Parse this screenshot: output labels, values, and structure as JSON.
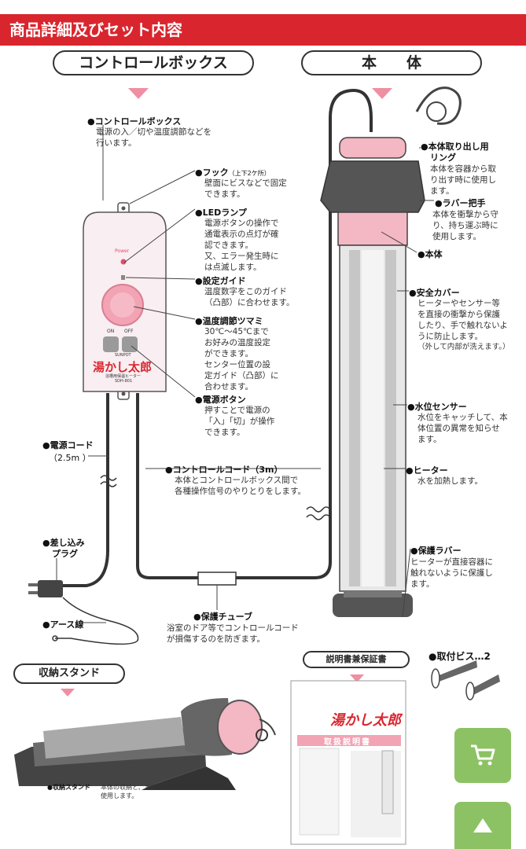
{
  "header": {
    "title": "商品詳細及びセット内容"
  },
  "sections": {
    "control_box": "コントロールボックス",
    "main_body": "本　　体",
    "storage_stand": "収納スタンド",
    "manual": "説明書兼保証書",
    "screws": "●取付ビス…2"
  },
  "control_box_parts": [
    {
      "label": "●コントロールボックス",
      "desc": [
        "電源の入／切や温度調節などを",
        "行います。"
      ]
    },
    {
      "label": "●フック",
      "sub": "（上下2ケ所）",
      "desc": [
        "壁面にビスなどで固定",
        "できます。"
      ]
    },
    {
      "label": "●LEDランプ",
      "desc": [
        "電源ボタンの操作で",
        "通電表示の点灯が確",
        "認できます。",
        "又、エラー発生時に",
        "は点滅します。"
      ]
    },
    {
      "label": "●設定ガイド",
      "desc": [
        "温度数字をこのガイド",
        "（凸部）に合わせます。"
      ]
    },
    {
      "label": "●温度調節ツマミ",
      "desc": [
        "30℃～45℃まで",
        "お好みの温度設定",
        "ができます。",
        "センター位置の設",
        "定ガイド（凸部）に",
        "合わせます。"
      ]
    },
    {
      "label": "●電源ボタン",
      "desc": [
        "押すことで電源の",
        "「入」「切」が操作",
        "できます。"
      ]
    }
  ],
  "cords": {
    "power_cord_label": "●電源コード",
    "power_cord_len": "（2.5m ）",
    "control_cord_label": "●コントロールコード（3m）",
    "control_cord_desc": [
      "本体とコントロールボックス間で",
      "各種操作信号のやりとりをします。"
    ],
    "plug_label": [
      "●差し込み",
      "プラグ"
    ],
    "earth_label": "●アース線",
    "tube_label": "●保護チューブ",
    "tube_desc": [
      "浴室のドア等でコントロールコード",
      "が損傷するのを防ぎます。"
    ]
  },
  "body_parts": [
    {
      "label": [
        "●本体取り出し用",
        "リング"
      ],
      "desc": [
        "本体を容器から取",
        "り出す時に使用し",
        "ます。"
      ]
    },
    {
      "label": [
        "●ラバー把手"
      ],
      "desc": [
        "本体を衝撃から守",
        "り、持ち運ぶ時に",
        "使用します。"
      ]
    },
    {
      "label": [
        "●本体"
      ],
      "desc": []
    },
    {
      "label": [
        "●安全カバー"
      ],
      "desc": [
        "ヒーターやセンサー等",
        "を直接の衝撃から保護",
        "したり、手で触れないよ",
        "うに防止します。",
        "（外して内部が洗えます。）"
      ]
    },
    {
      "label": [
        "●水位センサー"
      ],
      "desc": [
        "水位をキャッチして、本",
        "体位置の異常を知らせ",
        "ます。"
      ]
    },
    {
      "label": [
        "●ヒーター"
      ],
      "desc": [
        "水を加熱します。"
      ]
    },
    {
      "label": [
        "●保護ラバー"
      ],
      "desc": [
        "ヒーターが直接容器に",
        "触れないように保護し",
        "ます。"
      ]
    }
  ],
  "device": {
    "power_text": "Power",
    "on_text": "ON",
    "off_text": "OFF",
    "brand_small": "SUNPOT",
    "brand_name": "湯かし太郎",
    "model_line": "SDH-801",
    "model_sub": "浴槽用保温ヒーター"
  },
  "stand": {
    "label": "●収納スタンド",
    "desc": [
      "本体の収納と、水切りに",
      "使用します。"
    ]
  },
  "manual_cover": {
    "brand": "湯かし太郎",
    "title": "取扱説明書"
  },
  "colors": {
    "header_red": "#d9262e",
    "accent_pink": "#ee8fa2",
    "fab_green": "#8cc264"
  },
  "fab_icons": [
    "cart-icon",
    "up-arrow-icon"
  ]
}
